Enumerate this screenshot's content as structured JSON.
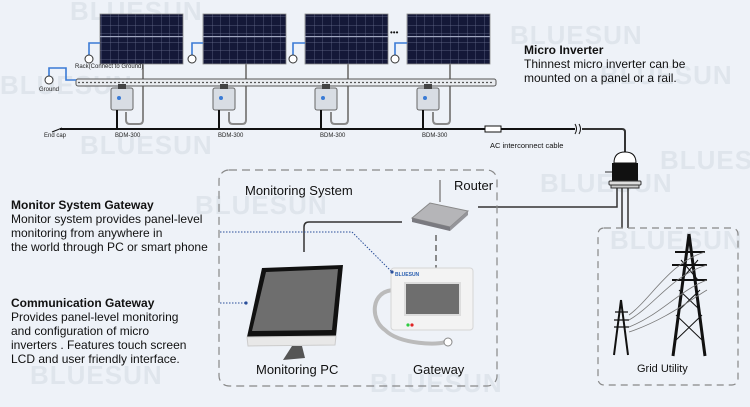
{
  "watermark": "BLUESUN",
  "array": {
    "panel_count_shown": 4,
    "ellipsis": "•••",
    "rack_label": "Rack(Connect to Ground)",
    "ground_label": "Ground",
    "end_cap_label": "End cap",
    "inverter_model": "BDM-300",
    "inverter_labels": [
      "BDM-300",
      "BDM-300",
      "BDM-300",
      "BDM-300"
    ],
    "ac_cable_label": "AC interconnect cable"
  },
  "micro_inverter": {
    "title": "Micro Inverter",
    "line1": "Thinnest micro inverter can be",
    "line2": "mounted on a panel or a rail."
  },
  "monitor_gateway": {
    "title": "Monitor System Gateway",
    "line1": "Monitor system provides panel-level",
    "line2": "monitoring from anywhere in",
    "line3": "the world through PC or smart phone"
  },
  "communication_gateway": {
    "title": "Communication Gateway",
    "line1": "Provides panel-level monitoring",
    "line2": "and configuration of micro",
    "line3": "inverters . Features touch screen",
    "line4": "LCD and user friendly interface."
  },
  "monitoring_system": {
    "label": "Monitoring System",
    "router_label": "Router",
    "pc_label": "Monitoring PC",
    "gateway_label": "Gateway",
    "gateway_brand": "BLUESUN"
  },
  "grid": {
    "label": "Grid Utility"
  },
  "colors": {
    "background": "#eef2f8",
    "panel": "#141838",
    "ground_wire": "#3a7bd5",
    "pointer": "#2a4f9a"
  }
}
